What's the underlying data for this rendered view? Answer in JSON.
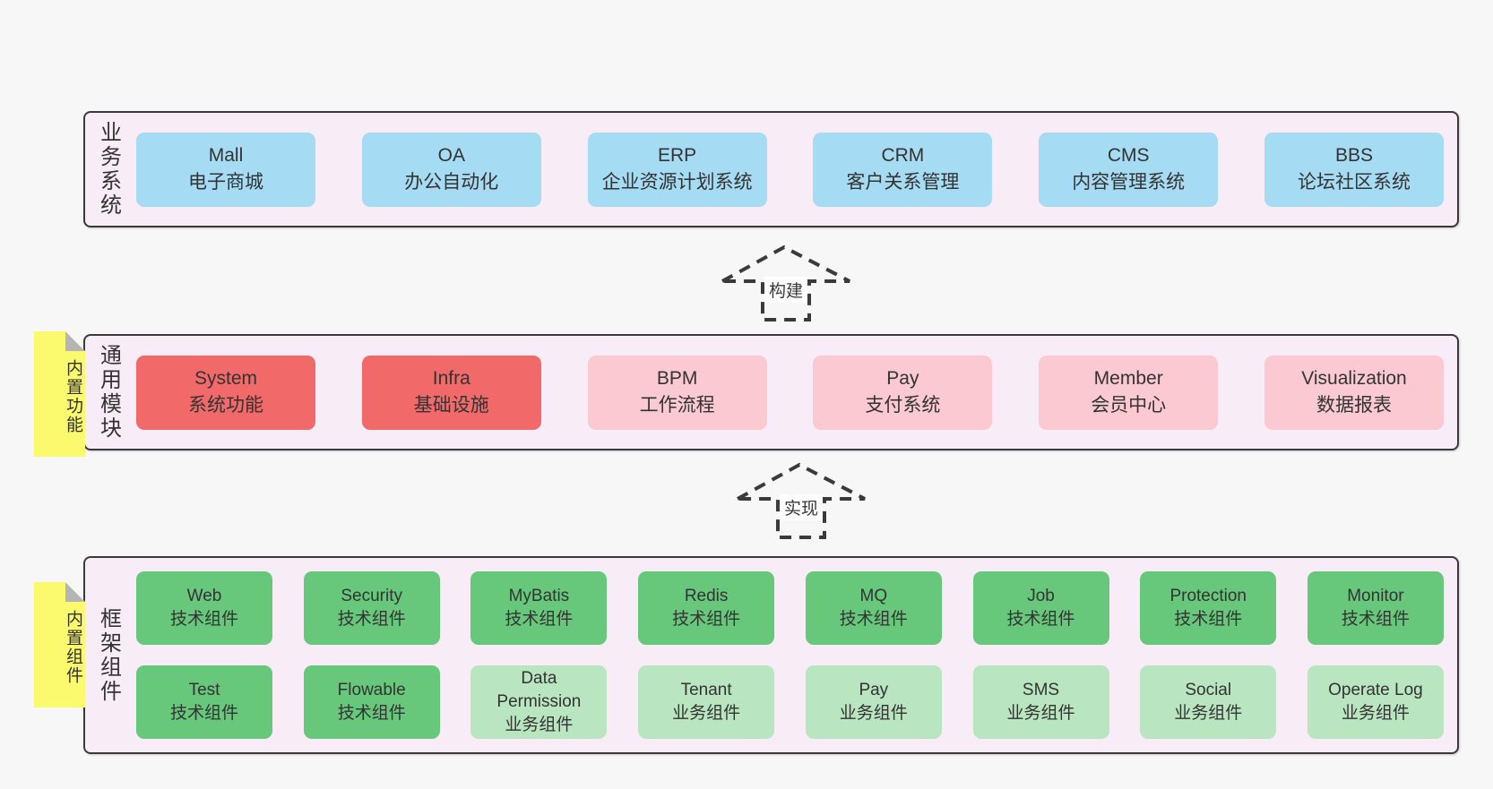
{
  "colors": {
    "page-bg": "#f7f7f7",
    "band-bg": "#f8edf6",
    "band-border": "#3a3a3a",
    "box-blue": "#a6dbf4",
    "box-red": "#f2696a",
    "box-pink": "#fbc9d2",
    "box-green": "#67c87c",
    "box-green-light": "#b9e5c1",
    "sticky-yellow": "#fbf96e",
    "sticky-fold": "#b5b5b5",
    "text-dark": "#333333",
    "arrow-stroke": "#3a3a3a"
  },
  "top_band": {
    "label": "业务系统",
    "boxes": [
      {
        "title": "Mall",
        "subtitle": "电子商城",
        "variant": "blue"
      },
      {
        "title": "OA",
        "subtitle": "办公自动化",
        "variant": "blue"
      },
      {
        "title": "ERP",
        "subtitle": "企业资源计划系统",
        "variant": "blue"
      },
      {
        "title": "CRM",
        "subtitle": "客户关系管理",
        "variant": "blue"
      },
      {
        "title": "CMS",
        "subtitle": "内容管理系统",
        "variant": "blue"
      },
      {
        "title": "BBS",
        "subtitle": "论坛社区系统",
        "variant": "blue"
      }
    ]
  },
  "arrow_build": {
    "label": "构建"
  },
  "middle_band": {
    "label": "通用模块",
    "sticky": "内置功能",
    "boxes": [
      {
        "title": "System",
        "subtitle": "系统功能",
        "variant": "red"
      },
      {
        "title": "Infra",
        "subtitle": "基础设施",
        "variant": "red"
      },
      {
        "title": "BPM",
        "subtitle": "工作流程",
        "variant": "pink"
      },
      {
        "title": "Pay",
        "subtitle": "支付系统",
        "variant": "pink"
      },
      {
        "title": "Member",
        "subtitle": "会员中心",
        "variant": "pink"
      },
      {
        "title": "Visualization",
        "subtitle": "数据报表",
        "variant": "pink"
      }
    ]
  },
  "arrow_implement": {
    "label": "实现"
  },
  "bottom_band": {
    "label": "框架组件",
    "sticky": "内置组件",
    "row1": [
      {
        "title": "Web",
        "subtitle": "技术组件",
        "variant": "green"
      },
      {
        "title": "Security",
        "subtitle": "技术组件",
        "variant": "green"
      },
      {
        "title": "MyBatis",
        "subtitle": "技术组件",
        "variant": "green"
      },
      {
        "title": "Redis",
        "subtitle": "技术组件",
        "variant": "green"
      },
      {
        "title": "MQ",
        "subtitle": "技术组件",
        "variant": "green"
      },
      {
        "title": "Job",
        "subtitle": "技术组件",
        "variant": "green"
      },
      {
        "title": "Protection",
        "subtitle": "技术组件",
        "variant": "green"
      },
      {
        "title": "Monitor",
        "subtitle": "技术组件",
        "variant": "green"
      }
    ],
    "row2": [
      {
        "title": "Test",
        "subtitle": "技术组件",
        "variant": "green"
      },
      {
        "title": "Flowable",
        "subtitle": "技术组件",
        "variant": "green"
      },
      {
        "title": "Data Permission",
        "subtitle": "业务组件",
        "variant": "green-light"
      },
      {
        "title": "Tenant",
        "subtitle": "业务组件",
        "variant": "green-light"
      },
      {
        "title": "Pay",
        "subtitle": "业务组件",
        "variant": "green-light"
      },
      {
        "title": "SMS",
        "subtitle": "业务组件",
        "variant": "green-light"
      },
      {
        "title": "Social",
        "subtitle": "业务组件",
        "variant": "green-light"
      },
      {
        "title": "Operate Log",
        "subtitle": "业务组件",
        "variant": "green-light"
      }
    ]
  }
}
